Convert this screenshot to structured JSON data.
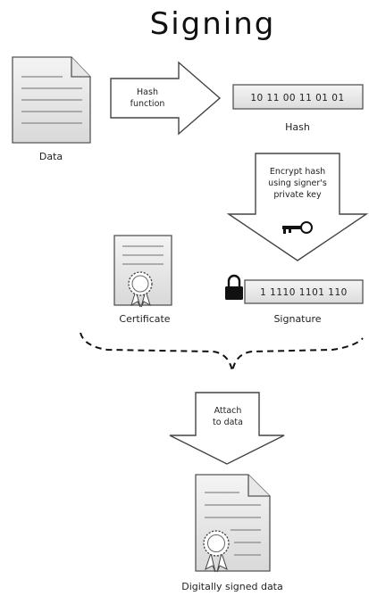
{
  "title": "Signing",
  "nodes": {
    "data_label": "Data",
    "hash_function_line1": "Hash",
    "hash_function_line2": "function",
    "hash_value": "10 11 00 11 01 01",
    "hash_label": "Hash",
    "encrypt_line1": "Encrypt hash",
    "encrypt_line2": "using signer's",
    "encrypt_line3": "private key",
    "certificate_label": "Certificate",
    "signature_value": "1 1110 1101 110",
    "signature_label": "Signature",
    "attach_line1": "Attach",
    "attach_line2": "to data",
    "signed_data_label": "Digitally signed data"
  },
  "icons": {
    "data": "document-icon",
    "key": "key-icon",
    "certificate": "certificate-icon",
    "lock": "lock-icon",
    "signed_document": "signed-document-icon"
  }
}
